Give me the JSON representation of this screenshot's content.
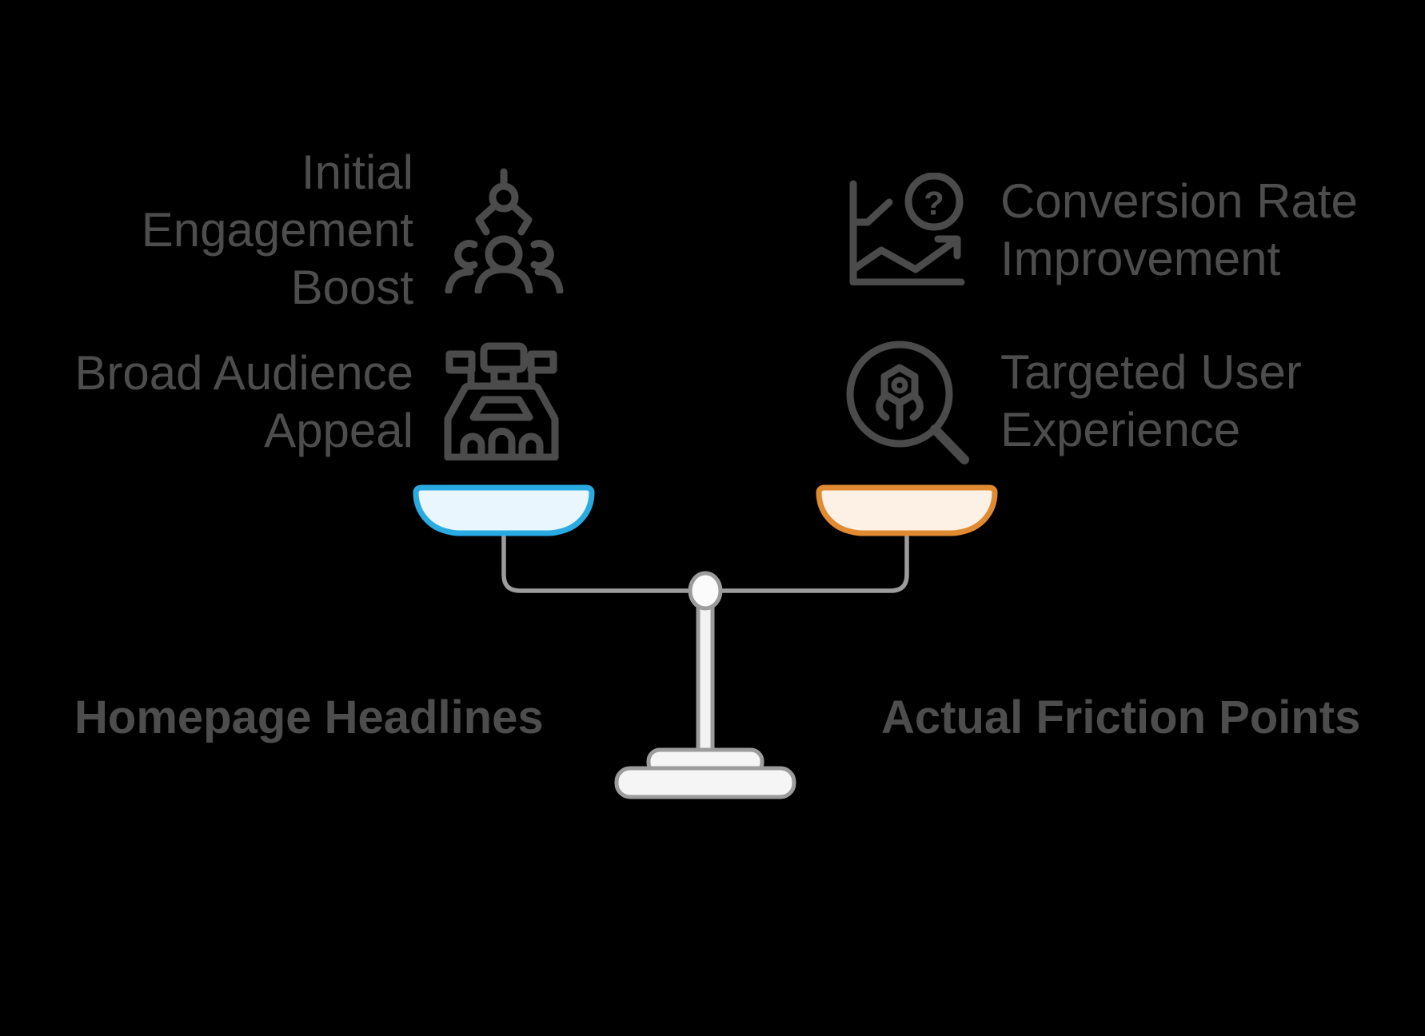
{
  "diagram": {
    "left": {
      "items": [
        {
          "label": "Initial Engagement Boost",
          "icon": "claw-machine-people-icon"
        },
        {
          "label": "Broad Audience Appeal",
          "icon": "stadium-icon"
        }
      ],
      "category": "Homepage Headlines",
      "pan": {
        "stroke": "#29ABE2",
        "fill": "#E9F6FD"
      }
    },
    "right": {
      "items": [
        {
          "label": "Conversion Rate Improvement",
          "icon": "chart-question-icon"
        },
        {
          "label": "Targeted User Experience",
          "icon": "magnifier-robot-icon"
        }
      ],
      "category": "Actual Friction Points",
      "pan": {
        "stroke": "#E08A32",
        "fill": "#FDF1E5"
      }
    },
    "question_mark": "?"
  },
  "colors": {
    "icon_stroke": "#4B4B4B",
    "text": "#4D4D4D",
    "scale_stroke": "#9C9C9C",
    "scale_fill": "#F5F5F5",
    "background": "#000000"
  }
}
